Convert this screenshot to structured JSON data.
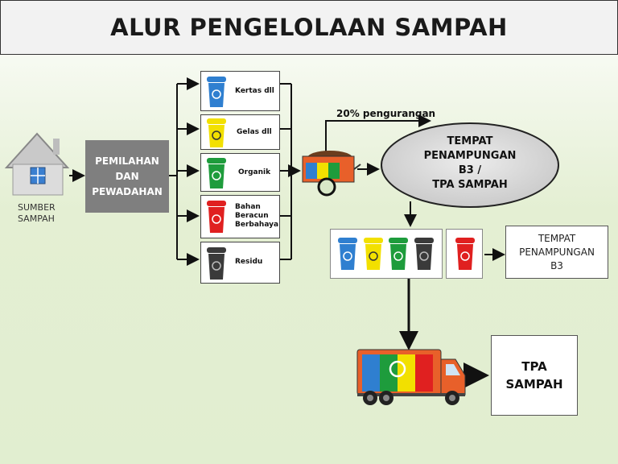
{
  "title": "ALUR PENGELOLAAN SAMPAH",
  "source": {
    "line1": "SUMBER",
    "line2": "SAMPAH"
  },
  "sorting": {
    "line1": "PEMILAHAN",
    "line2": "DAN",
    "line3": "PEWADAHAN"
  },
  "bins": [
    {
      "label": "Kertas dll",
      "color": "#2f7fd0"
    },
    {
      "label": "Gelas dll",
      "color": "#f2e000"
    },
    {
      "label": "Organik",
      "color": "#1e9c3c"
    },
    {
      "label_lines": [
        "Bahan",
        "Beracun",
        "Berbahaya"
      ],
      "color": "#e02020"
    },
    {
      "label": "Residu",
      "color": "#3a3a3a"
    }
  ],
  "reduction": "20% pengurangan",
  "collection_point": {
    "lines": [
      "TEMPAT",
      "PENAMPUNGAN",
      "B3 /",
      "TPA SAMPAH"
    ]
  },
  "b3_storage": {
    "lines": [
      "TEMPAT",
      "PENAMPUNGAN",
      "B3"
    ]
  },
  "landfill": {
    "line1": "TPA",
    "line2": "SAMPAH"
  },
  "colors": {
    "arrow": "#111111",
    "ellipse": "#d4d4d4",
    "truck_orange": "#e8602a",
    "title_bg": "#f2f2f2"
  }
}
